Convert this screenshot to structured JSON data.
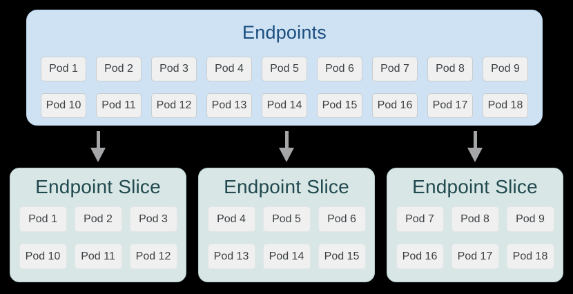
{
  "colors": {
    "background": "#000000",
    "endpoints_box_fill": "#cfe2f3",
    "endpoints_title_text": "#1a4d7f",
    "slice_box_fill": "#d8e7e5",
    "slice_box_border": "#b3cecd",
    "slice_title_text": "#21494f",
    "pod_fill": "#f0f0f0",
    "pod_border": "#c9cdd1",
    "pod_text": "#3c4043",
    "arrow": "#a5a6a7"
  },
  "endpoints": {
    "title": "Endpoints",
    "rows": [
      [
        "Pod 1",
        "Pod 2",
        "Pod 3",
        "Pod 4",
        "Pod 5",
        "Pod 6",
        "Pod 7",
        "Pod 8",
        "Pod 9"
      ],
      [
        "Pod 10",
        "Pod 11",
        "Pod 12",
        "Pod 13",
        "Pod 14",
        "Pod 15",
        "Pod 16",
        "Pod 17",
        "Pod 18"
      ]
    ]
  },
  "slices": [
    {
      "title": "Endpoint Slice",
      "rows": [
        [
          "Pod 1",
          "Pod 2",
          "Pod 3"
        ],
        [
          "Pod 10",
          "Pod 11",
          "Pod 12"
        ]
      ]
    },
    {
      "title": "Endpoint Slice",
      "rows": [
        [
          "Pod 4",
          "Pod 5",
          "Pod 6"
        ],
        [
          "Pod 13",
          "Pod 14",
          "Pod 15"
        ]
      ]
    },
    {
      "title": "Endpoint Slice",
      "rows": [
        [
          "Pod 7",
          "Pod 8",
          "Pod 9"
        ],
        [
          "Pod 16",
          "Pod 17",
          "Pod 18"
        ]
      ]
    }
  ]
}
